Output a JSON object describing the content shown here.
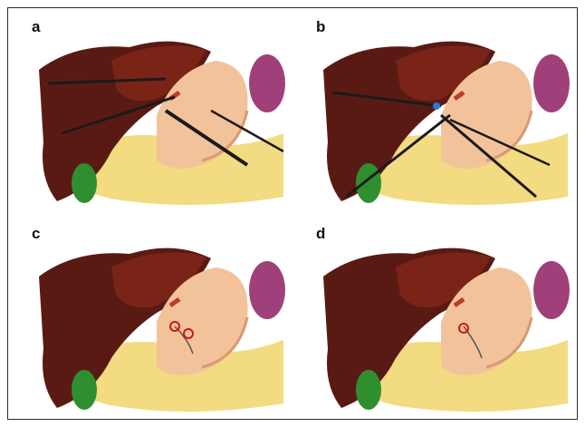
{
  "figure": {
    "panels": [
      {
        "id": "a",
        "label": "a",
        "instruments": true,
        "clips": 0
      },
      {
        "id": "b",
        "label": "b",
        "instruments": true,
        "clips": 0
      },
      {
        "id": "c",
        "label": "c",
        "instruments": false,
        "clips": 2
      },
      {
        "id": "d",
        "label": "d",
        "instruments": false,
        "clips": 1
      }
    ]
  },
  "colors": {
    "liver_dark": "#5a1a14",
    "liver": "#7a2418",
    "liver_highlight": "#9a3a2a",
    "stomach": "#f2c39a",
    "stomach_shadow": "#d89a72",
    "fat": "#f0d56a",
    "gallbladder": "#2f8f2f",
    "spleen": "#a0407a",
    "instrument": "#1a1a1a",
    "clip_ring": "#d01515",
    "vessel": "#c0392b"
  }
}
